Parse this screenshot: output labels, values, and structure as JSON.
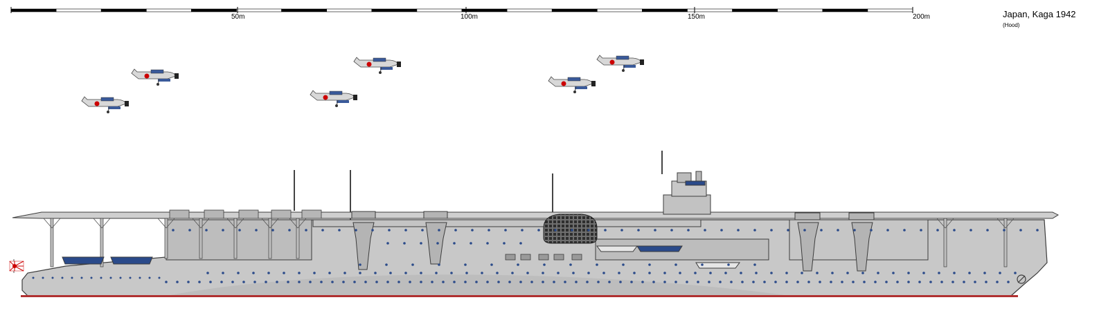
{
  "title": "Japan, Kaga 1942",
  "author": "(Hood)",
  "scale": {
    "labels": [
      "50m",
      "100m",
      "150m",
      "200m"
    ]
  },
  "colors": {
    "hull": "#c8c8c8",
    "hull_dark": "#a8a8a8",
    "outline": "#3c3c3c",
    "waterline": "#b03030",
    "portholes": "#2a4a8a",
    "aircraft_body": "#d8d8d8",
    "aircraft_blue": "#3a5a9a",
    "hinomaru": "#cc0000"
  },
  "icons": {
    "flag": "rising-sun-ensign-icon",
    "aircraft": "fighter-aircraft-icon",
    "ship": "aircraft-carrier-silhouette"
  }
}
